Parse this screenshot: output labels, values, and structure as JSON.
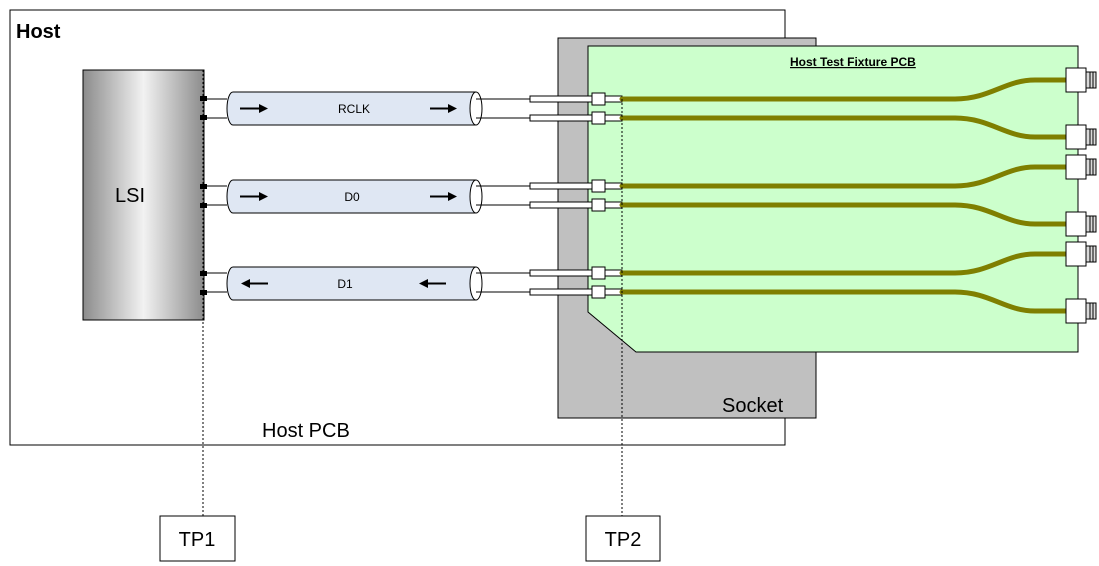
{
  "host": {
    "title": "Host",
    "pcb_label": "Host PCB"
  },
  "lsi": {
    "label": "LSI"
  },
  "socket": {
    "label": "Socket"
  },
  "fixture": {
    "title": "Host Test Fixture PCB"
  },
  "lanes": [
    {
      "name": "RCLK",
      "direction": "right"
    },
    {
      "name": "D0",
      "direction": "right"
    },
    {
      "name": "D1",
      "direction": "left"
    }
  ],
  "test_points": {
    "tp1": "TP1",
    "tp2": "TP2"
  },
  "colors": {
    "lsi_dark": "#8c8c8c",
    "lsi_light": "#f2f2f2",
    "cable_fill": "#dfe7f3",
    "socket_fill": "#c0c0c0",
    "fixture_fill": "#ccffcc",
    "trace": "#7f7f00"
  }
}
